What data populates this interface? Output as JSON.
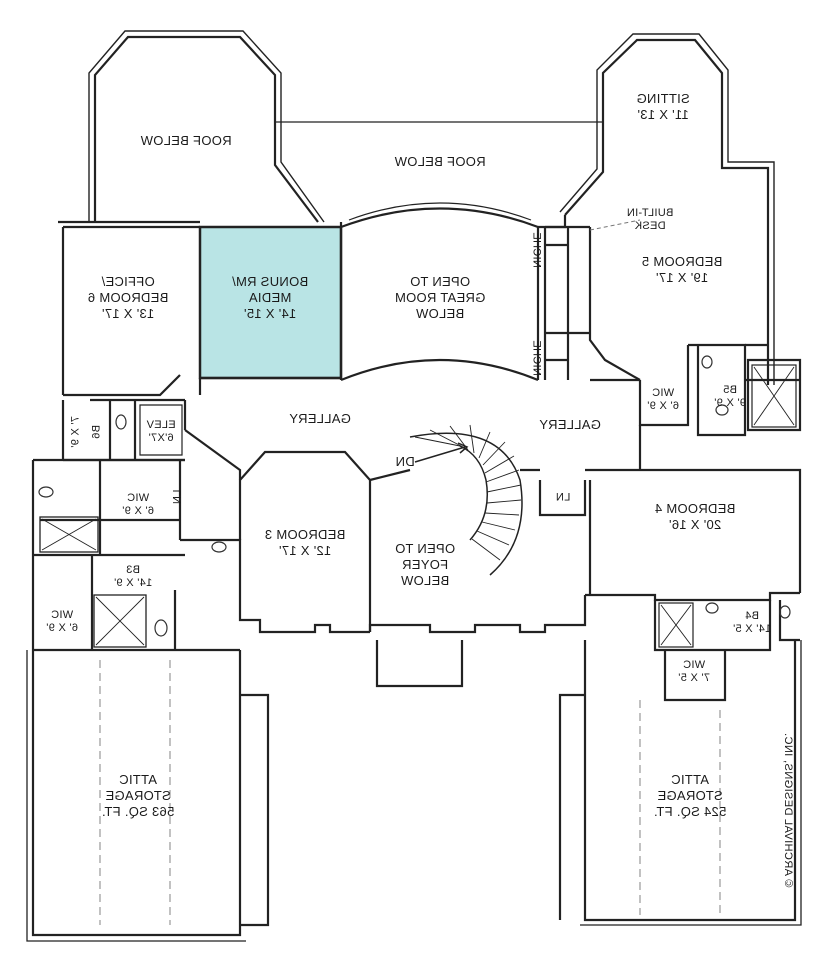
{
  "colors": {
    "wall": "#222222",
    "highlight": "#b9e4e5",
    "background": "#ffffff",
    "thin": "#777777"
  },
  "rooms": {
    "roof_below_left": [
      "ROOF BELOW"
    ],
    "roof_below_center": [
      "ROOF BELOW"
    ],
    "sitting": [
      "SITTING",
      "11' X 13'"
    ],
    "built_in_desk": [
      "BUILT-IN",
      "DESK"
    ],
    "bedroom5": [
      "BEDROOM 5",
      "19' X 17'"
    ],
    "office_bedroom6": [
      "OFFICE/",
      "BEDROOM 6",
      "13' X 17'"
    ],
    "bonus_media": [
      "BONUS RM/",
      "MEDIA",
      "14' X 15'"
    ],
    "open_great_room": [
      "OPEN TO",
      "GREAT ROOM",
      "BELOW"
    ],
    "niche_top": [
      "NICHE"
    ],
    "niche_bottom": [
      "NICHE"
    ],
    "wic_b5": [
      "WIC",
      "6' X 9'"
    ],
    "b5": [
      "B5",
      "9' X 9'"
    ],
    "gallery_left": [
      "GALLERY"
    ],
    "gallery_right": [
      "GALLERY"
    ],
    "elev": [
      "ELEV",
      "6'X7'"
    ],
    "b6": [
      "B6"
    ],
    "b6_size": [
      "7' X 9'"
    ],
    "down": [
      "DN"
    ],
    "wic_b6": [
      "WIC",
      "6' X 9'"
    ],
    "ln_left": [
      "LN"
    ],
    "ln_right": [
      "LN"
    ],
    "bedroom4": [
      "BEDROOM 4",
      "20' X 16'"
    ],
    "bedroom3": [
      "BEDROOM 3",
      "12' X 17'"
    ],
    "open_foyer": [
      "OPEN TO",
      "FOYER",
      "BELOW"
    ],
    "b3": [
      "B3",
      "14' X 9'"
    ],
    "wic_b3": [
      "WIC",
      "6' X 9'"
    ],
    "b4": [
      "B4",
      "14' X 5'"
    ],
    "wic_b4": [
      "WIC",
      "7' X 5'"
    ],
    "attic_left": [
      "ATTIC",
      "STORAGE",
      "563 SQ. FT."
    ],
    "attic_right": [
      "ATTIC",
      "STORAGE",
      "524 SQ. FT."
    ]
  },
  "copyright": "© ARCHIVAL DESIGNS, INC."
}
